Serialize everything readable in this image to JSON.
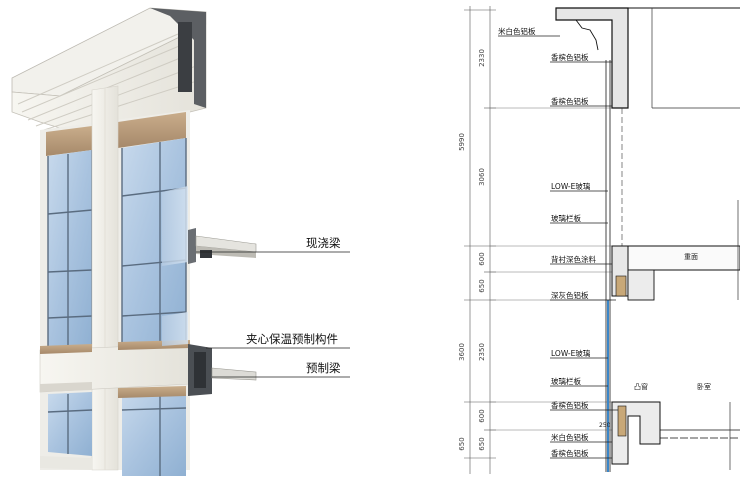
{
  "left_callouts": {
    "cast_in_place_beam": "现浇梁",
    "sandwich_insulated_precast": "夹心保温预制构件",
    "precast_beam": "预制梁"
  },
  "section_labels": {
    "l1": "米白色铝板",
    "l2": "香槟色铝板",
    "l3": "香槟色铝板",
    "l4": "LOW-E玻璃",
    "l5": "玻璃栏板",
    "l6": "背衬深色涂料",
    "l7": "深灰色铝板",
    "l8": "LOW-E玻璃",
    "l9": "玻璃栏板",
    "l10": "香槟色铝板",
    "l11": "米白色铝板",
    "l12": "香槟色铝板"
  },
  "dimensions": {
    "d2330": "2330",
    "d5990": "5990",
    "d3060": "3060",
    "d600a": "600",
    "d650a": "650",
    "d3600": "3600",
    "d2350": "2350",
    "d600b": "600",
    "d650b": "650",
    "d250": "250"
  },
  "rooms": {
    "upper": "重面",
    "bay_window": "凸窗",
    "bedroom": "卧室"
  }
}
